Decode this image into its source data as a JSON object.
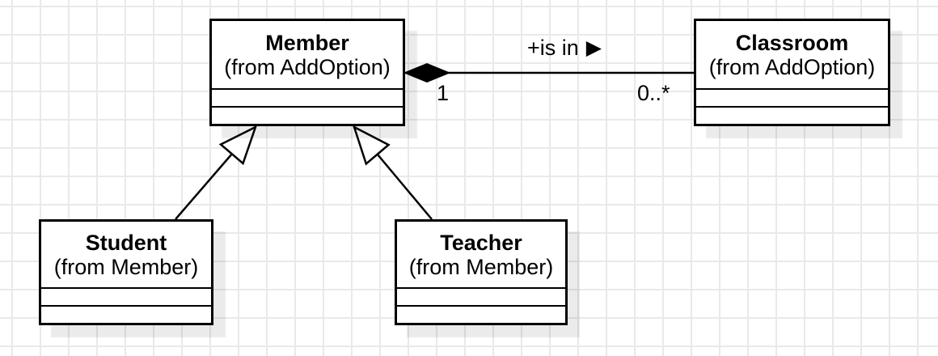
{
  "canvas": {
    "background_color": "#ffffff",
    "grid_color": "#e9e9e9",
    "stroke_color": "#000000",
    "shape_fill_color": "#ffffff",
    "shadow_color": "rgba(0,0,0,0.08)"
  },
  "classes": {
    "member": {
      "name": "Member",
      "from": "(from AddOption)"
    },
    "classroom": {
      "name": "Classroom",
      "from": "(from AddOption)"
    },
    "student": {
      "name": "Student",
      "from": "(from Member)"
    },
    "teacher": {
      "name": "Teacher",
      "from": "(from Member)"
    }
  },
  "association": {
    "name": "+is in",
    "direction_icon": "▶",
    "source_multiplicity": "1",
    "target_multiplicity": "0..*",
    "source_decoration": "filled-diamond"
  }
}
